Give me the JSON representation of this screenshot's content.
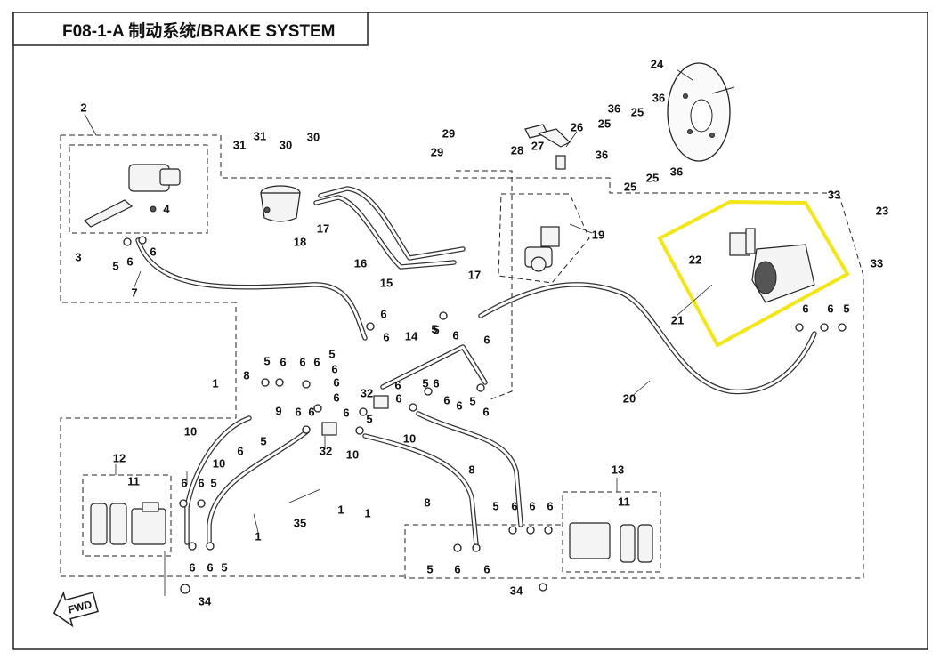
{
  "title": "F08-1-A 制动系统/BRAKE SYSTEM",
  "direction_marker": "FWD",
  "highlight_color": "#f2e61a",
  "labels": [
    {
      "id": "24",
      "text": "24"
    },
    {
      "id": "36a",
      "text": "36"
    },
    {
      "id": "36b",
      "text": "36"
    },
    {
      "id": "25a",
      "text": "25"
    },
    {
      "id": "25b",
      "text": "25"
    },
    {
      "id": "36c",
      "text": "36"
    },
    {
      "id": "36d",
      "text": "36"
    },
    {
      "id": "25c",
      "text": "25"
    },
    {
      "id": "25d",
      "text": "25"
    },
    {
      "id": "2",
      "text": "2"
    },
    {
      "id": "31a",
      "text": "31"
    },
    {
      "id": "31b",
      "text": "31"
    },
    {
      "id": "30a",
      "text": "30"
    },
    {
      "id": "30b",
      "text": "30"
    },
    {
      "id": "29a",
      "text": "29"
    },
    {
      "id": "29b",
      "text": "29"
    },
    {
      "id": "28",
      "text": "28"
    },
    {
      "id": "27",
      "text": "27"
    },
    {
      "id": "26",
      "text": "26"
    },
    {
      "id": "4",
      "text": "4"
    },
    {
      "id": "18",
      "text": "18"
    },
    {
      "id": "17a",
      "text": "17"
    },
    {
      "id": "17b",
      "text": "17"
    },
    {
      "id": "19",
      "text": "19"
    },
    {
      "id": "33a",
      "text": "33"
    },
    {
      "id": "23",
      "text": "23"
    },
    {
      "id": "33b",
      "text": "33"
    },
    {
      "id": "22",
      "text": "22"
    },
    {
      "id": "21",
      "text": "21"
    },
    {
      "id": "3",
      "text": "3"
    },
    {
      "id": "5a",
      "text": "5"
    },
    {
      "id": "6a",
      "text": "6"
    },
    {
      "id": "6b",
      "text": "6"
    },
    {
      "id": "7",
      "text": "7"
    },
    {
      "id": "16",
      "text": "16"
    },
    {
      "id": "15",
      "text": "15"
    },
    {
      "id": "5b",
      "text": "5"
    },
    {
      "id": "6c",
      "text": "6"
    },
    {
      "id": "6d",
      "text": "6"
    },
    {
      "id": "5c",
      "text": "5"
    },
    {
      "id": "6e",
      "text": "6"
    },
    {
      "id": "6f",
      "text": "6"
    },
    {
      "id": "6g",
      "text": "6"
    },
    {
      "id": "5d",
      "text": "5"
    },
    {
      "id": "6h",
      "text": "6"
    },
    {
      "id": "14",
      "text": "14"
    },
    {
      "id": "5e",
      "text": "5"
    },
    {
      "id": "6i",
      "text": "6"
    },
    {
      "id": "6j",
      "text": "6"
    },
    {
      "id": "6k",
      "text": "6"
    },
    {
      "id": "5f",
      "text": "5"
    },
    {
      "id": "6l",
      "text": "6"
    },
    {
      "id": "6m",
      "text": "6"
    },
    {
      "id": "6n",
      "text": "6"
    },
    {
      "id": "5g",
      "text": "5"
    },
    {
      "id": "6o",
      "text": "6"
    },
    {
      "id": "20",
      "text": "20"
    },
    {
      "id": "1a",
      "text": "1"
    },
    {
      "id": "8a",
      "text": "8"
    },
    {
      "id": "5h",
      "text": "5"
    },
    {
      "id": "6p",
      "text": "6"
    },
    {
      "id": "6q",
      "text": "6"
    },
    {
      "id": "6r",
      "text": "6"
    },
    {
      "id": "32a",
      "text": "32"
    },
    {
      "id": "6s",
      "text": "6"
    },
    {
      "id": "5i",
      "text": "5"
    },
    {
      "id": "6t",
      "text": "6"
    },
    {
      "id": "6u",
      "text": "6"
    },
    {
      "id": "10a",
      "text": "10"
    },
    {
      "id": "9",
      "text": "9"
    },
    {
      "id": "6v",
      "text": "6"
    },
    {
      "id": "6w",
      "text": "6"
    },
    {
      "id": "5j",
      "text": "5"
    },
    {
      "id": "6x",
      "text": "6"
    },
    {
      "id": "32b",
      "text": "32"
    },
    {
      "id": "10b",
      "text": "10"
    },
    {
      "id": "10c",
      "text": "10"
    },
    {
      "id": "8b",
      "text": "8"
    },
    {
      "id": "12",
      "text": "12"
    },
    {
      "id": "11a",
      "text": "11"
    },
    {
      "id": "10d",
      "text": "10"
    },
    {
      "id": "6y",
      "text": "6"
    },
    {
      "id": "6z",
      "text": "6"
    },
    {
      "id": "5k",
      "text": "5"
    },
    {
      "id": "1b",
      "text": "1"
    },
    {
      "id": "1c",
      "text": "1"
    },
    {
      "id": "1d",
      "text": "1"
    },
    {
      "id": "35",
      "text": "35"
    },
    {
      "id": "8c",
      "text": "8"
    },
    {
      "id": "13",
      "text": "13"
    },
    {
      "id": "11b",
      "text": "11"
    },
    {
      "id": "5l",
      "text": "5"
    },
    {
      "id": "6aa",
      "text": "6"
    },
    {
      "id": "6ab",
      "text": "6"
    },
    {
      "id": "6ac",
      "text": "6"
    },
    {
      "id": "5m",
      "text": "5"
    },
    {
      "id": "6ad",
      "text": "6"
    },
    {
      "id": "6ae",
      "text": "6"
    },
    {
      "id": "6af",
      "text": "6"
    },
    {
      "id": "6ag",
      "text": "6"
    },
    {
      "id": "5n",
      "text": "5"
    },
    {
      "id": "34a",
      "text": "34"
    },
    {
      "id": "34b",
      "text": "34"
    }
  ]
}
